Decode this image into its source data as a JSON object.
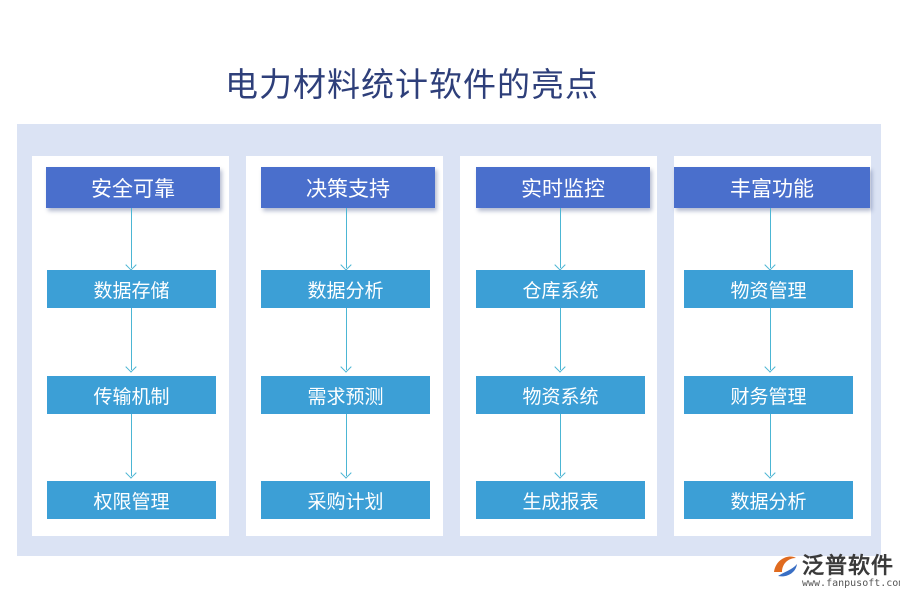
{
  "title": "电力材料统计软件的亮点",
  "columns": [
    {
      "header": "安全可靠",
      "items": [
        "数据存储",
        "传输机制",
        "权限管理"
      ]
    },
    {
      "header": "决策支持",
      "items": [
        "数据分析",
        "需求预测",
        "采购计划"
      ]
    },
    {
      "header": "实时监控",
      "items": [
        "仓库系统",
        "物资系统",
        "生成报表"
      ]
    },
    {
      "header": "丰富功能",
      "items": [
        "物资管理",
        "财务管理",
        "数据分析"
      ]
    }
  ],
  "logo": {
    "name": "泛普软件",
    "url": "www.fanpusoft.com"
  },
  "colors": {
    "header": "#4a6fcc",
    "box": "#3c9fd6",
    "panel": "#dbe3f4",
    "arrow": "#4cb6d4",
    "title": "#2e3f7a"
  }
}
